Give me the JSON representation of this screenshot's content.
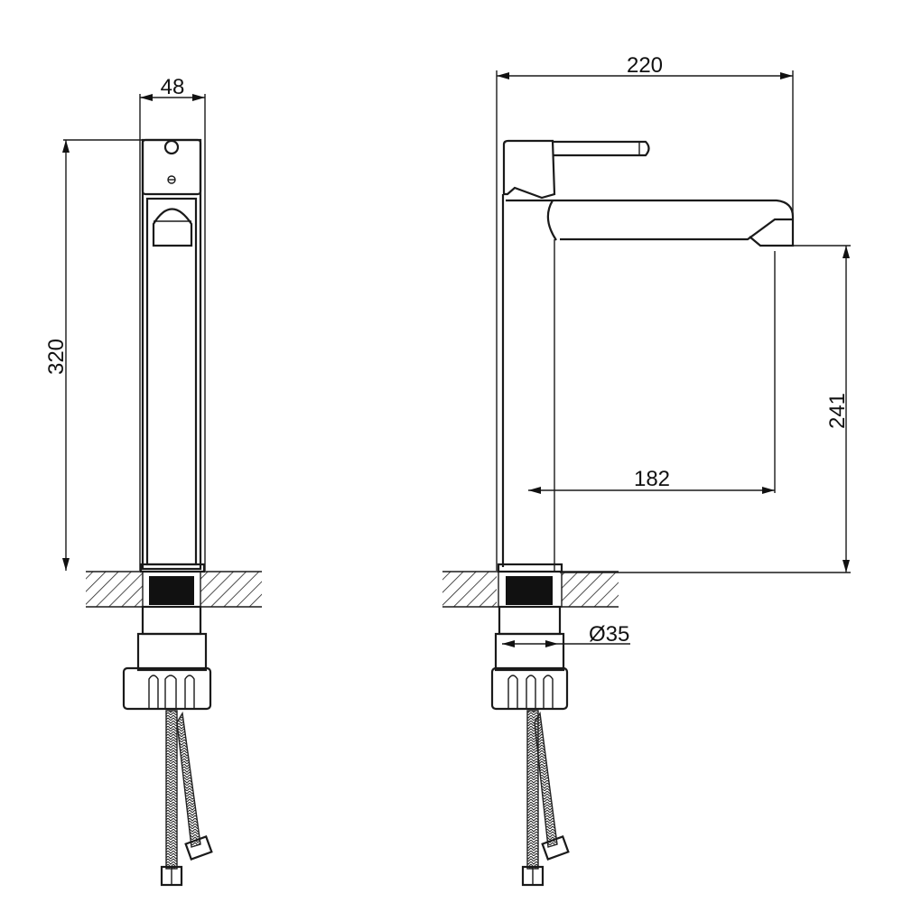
{
  "drawing": {
    "dimensions": {
      "width_side": "48",
      "height_total": "320",
      "reach_total": "220",
      "spout_height": "241",
      "spout_reach": "182",
      "base_diameter": "Ø35"
    },
    "colors": {
      "line": "#1a1a1a",
      "background": "#ffffff"
    }
  }
}
